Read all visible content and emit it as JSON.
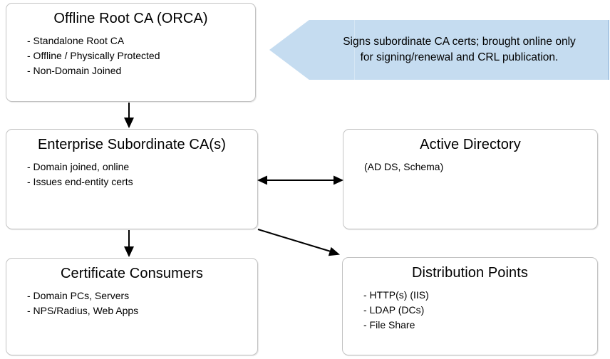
{
  "diagram": {
    "title_context": "PKI hierarchy diagram",
    "boxes": [
      {
        "id": "offline-root-ca",
        "title": "Offline Root CA (ORCA)",
        "bullets": [
          "- Standalone Root CA",
          "- Offline / Physically Protected",
          "- Non-Domain Joined"
        ]
      },
      {
        "id": "enterprise-subordinate-ca",
        "title": "Enterprise Subordinate CA(s)",
        "bullets": [
          "- Domain joined, online",
          "- Issues end-entity certs"
        ]
      },
      {
        "id": "active-directory",
        "title": "Active Directory",
        "bullets": [
          "(AD DS, Schema)"
        ]
      },
      {
        "id": "certificate-consumers",
        "title": "Certificate Consumers",
        "bullets": [
          "- Domain PCs, Servers",
          "- NPS/Radius, Web Apps"
        ]
      },
      {
        "id": "distribution-points",
        "title": "Distribution Points",
        "bullets": [
          "- HTTP(s) (IIS)",
          "- LDAP (DCs)",
          "- File Share"
        ]
      }
    ],
    "callout": {
      "lines": [
        "Signs subordinate CA certs; brought online only",
        "for signing/renewal and CRL publication."
      ]
    },
    "connectors": [
      {
        "id": "orca-to-subca",
        "type": "arrow-down"
      },
      {
        "id": "subca-ad",
        "type": "arrow-double-horizontal"
      },
      {
        "id": "subca-to-consumers",
        "type": "arrow-down"
      },
      {
        "id": "subca-to-dp",
        "type": "arrow-diagonal"
      }
    ],
    "colors": {
      "background": "#ffffff",
      "box_fill": "#ffffff",
      "box_border": "#c3c3c3",
      "callout_fill": "#c5dcf0",
      "callout_edge": "#a9c7e4",
      "arrow": "#000000",
      "text": "#000000"
    }
  }
}
